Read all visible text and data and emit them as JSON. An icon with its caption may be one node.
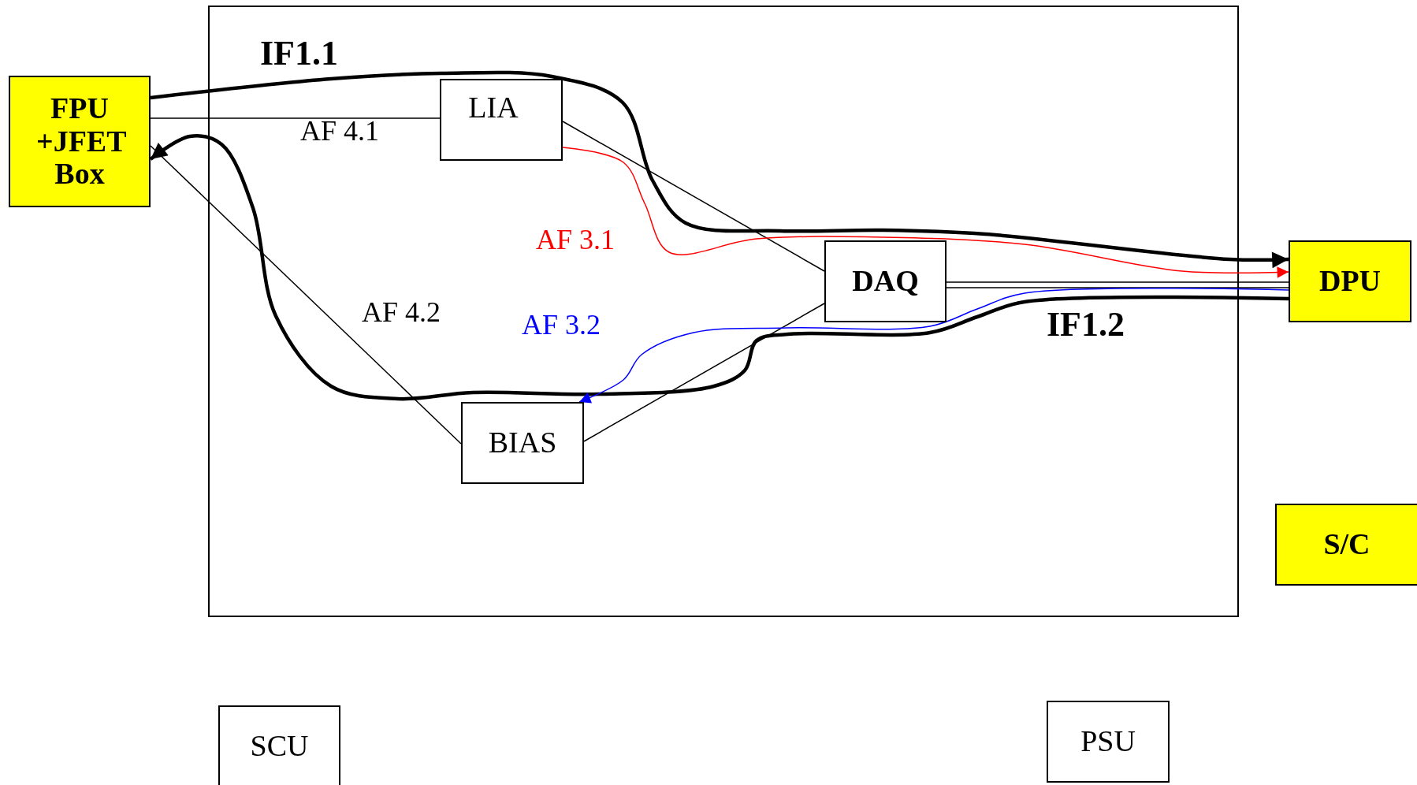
{
  "diagram": {
    "nodes": [
      {
        "text": [],
        "shape": "box"
      },
      {
        "text": [
          "FPU +JFET Box"
        ]
      },
      {
        "text": [
          "LIA"
        ],
        "in": 0
      },
      {
        "text": [
          "DAQ"
        ],
        "in": 0
      },
      {
        "text": [
          "BIAS"
        ],
        "in": 0
      },
      {
        "text": [
          "DPU"
        ]
      },
      {
        "text": [
          "S/C"
        ]
      },
      {
        "text": [
          "SCU"
        ]
      },
      {
        "text": [
          "PSU"
        ]
      }
    ],
    "edges": [
      {
        "from": 1,
        "to": 5,
        "arrow": "to",
        "style": "thick"
      },
      {
        "from": 5,
        "to": 1,
        "arrow": "to",
        "style": "thick"
      },
      {
        "from": 1,
        "to": 2,
        "arrow": "none"
      },
      {
        "from": 1,
        "to": 4,
        "arrow": "none"
      },
      {
        "from": 2,
        "to": 3,
        "arrow": "none"
      },
      {
        "from": 4,
        "to": 3,
        "arrow": "none"
      },
      {
        "from": 3,
        "to": 5,
        "arrow": "none"
      },
      {
        "from": 3,
        "to": 5,
        "arrow": "none"
      },
      {
        "from": 2,
        "to": 5,
        "arrow": "to",
        "color": "#ff0000"
      },
      {
        "from": 5,
        "to": 4,
        "arrow": "to",
        "color": "#0000ff"
      }
    ],
    "labels": [
      "IF1.1",
      "AF 4.1",
      "AF 3.1",
      "AF 4.2",
      "AF 3.2",
      "IF1.2"
    ]
  }
}
